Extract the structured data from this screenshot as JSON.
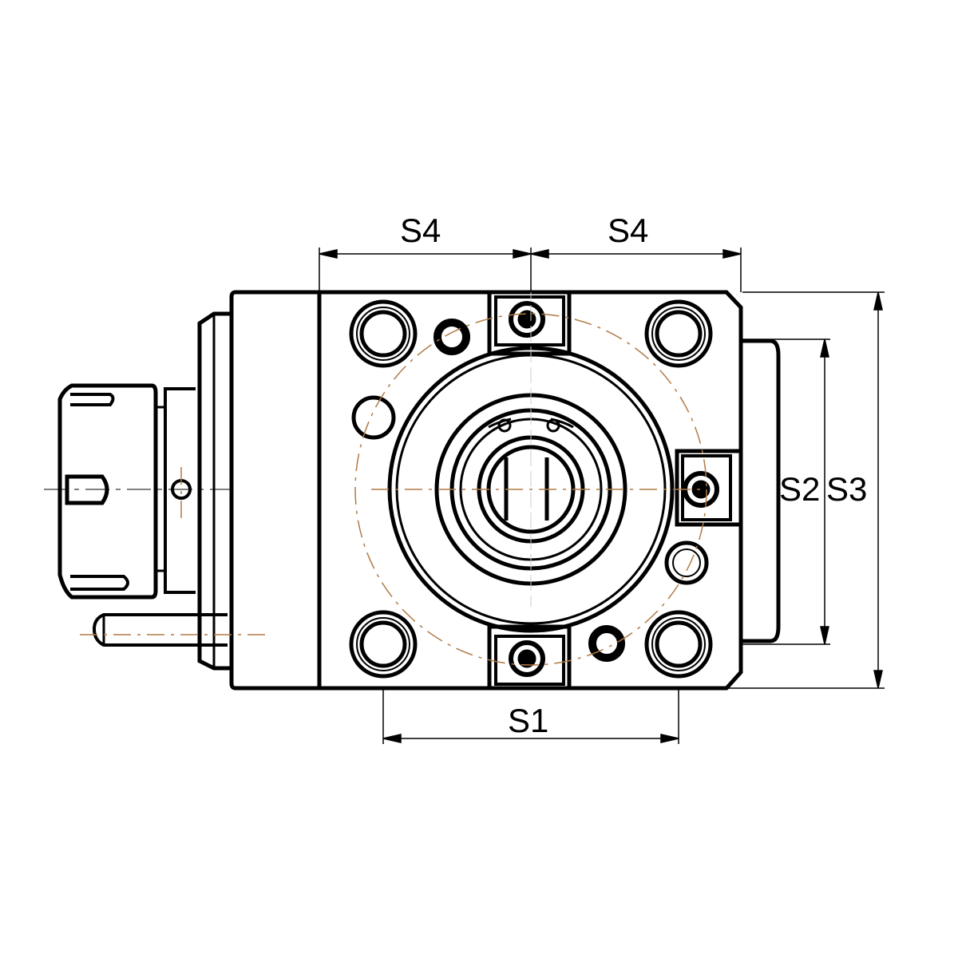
{
  "dimensions": {
    "s4_left": "S4",
    "s4_right": "S4",
    "s1": "S1",
    "s2": "S2",
    "s3": "S3"
  },
  "colors": {
    "line": "#000000",
    "centerline": "#b07a45"
  }
}
